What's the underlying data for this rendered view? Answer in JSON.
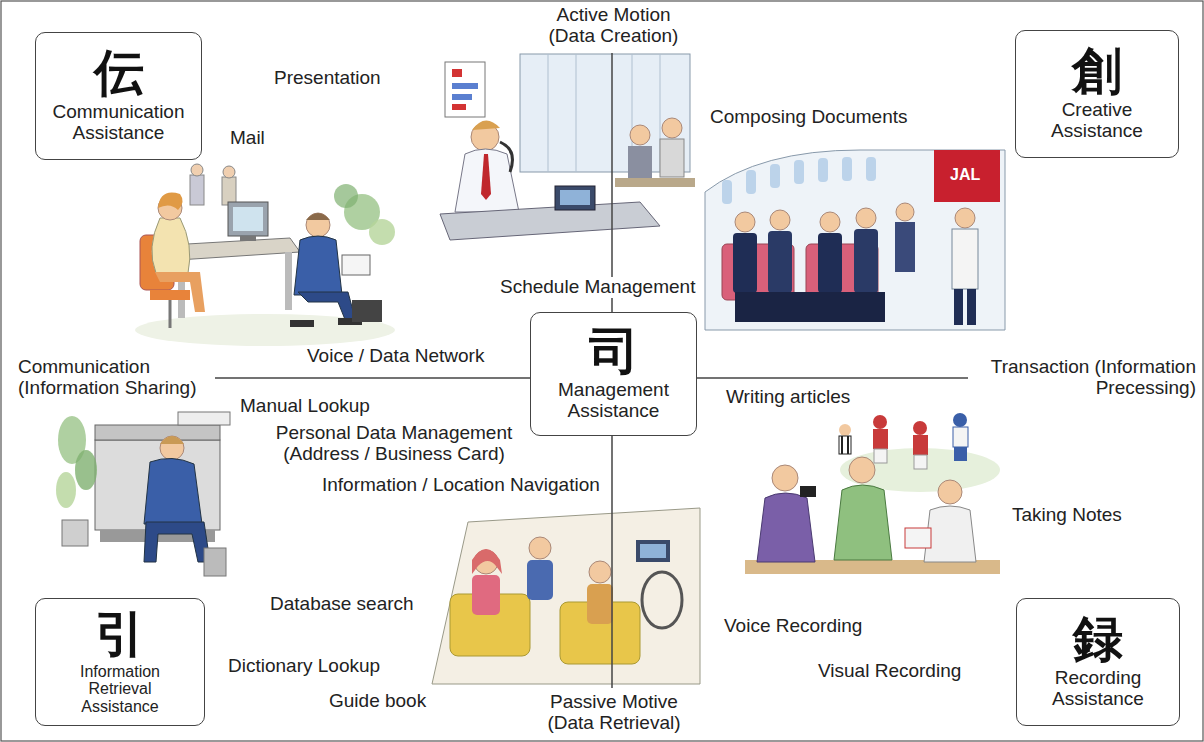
{
  "diagram": {
    "nodes": [
      {
        "text": [
          "伝",
          "Communication Assistance"
        ]
      },
      {
        "text": [
          "創",
          "Creative Assistance"
        ]
      },
      {
        "text": [
          "司",
          "Management Assistance"
        ]
      },
      {
        "text": [
          "引",
          "Information Retrieval Assistance"
        ]
      },
      {
        "text": [
          "録",
          "Recording Assistance"
        ]
      }
    ],
    "labels": [
      "Active Motion (Data Creation)",
      "Presentation",
      "Composing Documents",
      "Mail",
      "JAL",
      "Schedule Management",
      "Voice / Data Network",
      "Communication (Information Sharing)",
      "Transaction (Information Precessing)",
      "Writing articles",
      "Manual Lookup",
      "Personal Data Management (Address / Business Card)",
      "Information / Location Navigation",
      "Taking Notes",
      "Database search",
      "Voice Recording",
      "Dictionary Lookup",
      "Visual Recording",
      "Guide book",
      "Passive Motive (Data Retrieval)"
    ]
  }
}
